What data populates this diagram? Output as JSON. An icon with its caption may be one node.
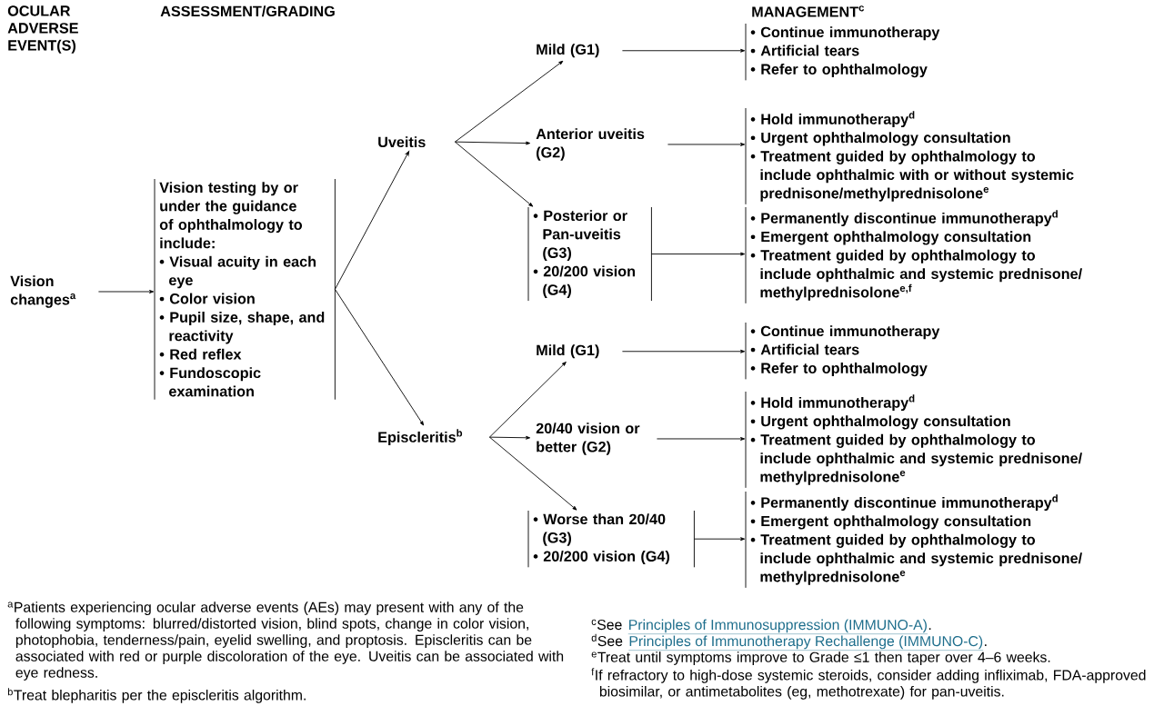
{
  "diagram": {
    "nodes": [
      {
        "text": [
          "Vision changes$^{a}$"
        ]
      },
      {
        "text": [
          "Vision testing by or under the guidance of ophthalmology to include:",
          "• Visual acuity in each eye",
          "• Color vision",
          "• Pupil size, shape, and reactivity",
          "• Red reflex",
          "• Fundoscopic examination"
        ]
      },
      {
        "text": [
          "Uveitis"
        ]
      },
      {
        "text": [
          "Episcleritis$^{b}$"
        ]
      },
      {
        "text": [
          "Mild (G1)"
        ]
      },
      {
        "text": [
          "Anterior uveitis (G2)"
        ]
      },
      {
        "text": [
          "• Posterior or Pan-uveitis (G3)",
          "• 20/200 vision (G4)"
        ]
      },
      {
        "text": [
          "• Continue immunotherapy",
          "• Artificial tears",
          "• Refer to ophthalmology"
        ]
      },
      {
        "text": [
          "• Hold immunotherapy$^{d}$",
          "• Urgent ophthalmology consultation",
          "• Treatment guided by ophthalmology to include ophthalmic with or without systemic prednisone/methylprednisolone$^{e}$"
        ]
      },
      {
        "text": [
          "• Permanently discontinue immunotherapy$^{d}$",
          "• Emergent ophthalmology consultation",
          "• Treatment guided by ophthalmology to include ophthalmic and systemic prednisone/ methylprednisolone$^{e,f}$"
        ]
      },
      {
        "text": [
          "Mild (G1)"
        ]
      },
      {
        "text": [
          "20/40 vision or better (G2)"
        ]
      },
      {
        "text": [
          "• Worse than 20/40 (G3)",
          "• 20/200 vision (G4)"
        ]
      },
      {
        "text": [
          "• Continue immunotherapy",
          "• Artificial tears",
          "• Refer to ophthalmology"
        ]
      },
      {
        "text": [
          "• Hold immunotherapy$^{d}$",
          "• Urgent ophthalmology consultation",
          "• Treatment guided by ophthalmology to include ophthalmic and systemic prednisone/ methylprednisolone$^{e}$"
        ]
      },
      {
        "text": [
          "• Permanently discontinue immunotherapy$^{d}$",
          "• Emergent ophthalmology consultation",
          "• Treatment guided by ophthalmology to include ophthalmic and systemic prednisone/ methylprednisolone$^{e}$"
        ]
      }
    ],
    "edges": [
      {
        "from": 0,
        "to": 1,
        "arrow": "to"
      },
      {
        "from": 1,
        "to": 2,
        "arrow": "to"
      },
      {
        "from": 1,
        "to": 3,
        "arrow": "to"
      },
      {
        "from": 2,
        "to": 4,
        "arrow": "to"
      },
      {
        "from": 2,
        "to": 5,
        "arrow": "to"
      },
      {
        "from": 2,
        "to": 6,
        "arrow": "to"
      },
      {
        "from": 4,
        "to": 7,
        "arrow": "to"
      },
      {
        "from": 5,
        "to": 8,
        "arrow": "to"
      },
      {
        "from": 6,
        "to": 9,
        "arrow": "to"
      },
      {
        "from": 3,
        "to": 10,
        "arrow": "to"
      },
      {
        "from": 3,
        "to": 11,
        "arrow": "to"
      },
      {
        "from": 3,
        "to": 12,
        "arrow": "to"
      },
      {
        "from": 10,
        "to": 13,
        "arrow": "to"
      },
      {
        "from": 11,
        "to": 14,
        "arrow": "to"
      },
      {
        "from": 12,
        "to": 15,
        "arrow": "to"
      }
    ],
    "labels": [
      "OCULAR ADVERSE EVENT(S)",
      "ASSESSMENT/GRADING",
      "MANAGEMENT$^{c}$",
      "$^{a}$Patients experiencing ocular adverse events (AEs) may present with any of the following symptoms: blurred/distorted vision, blind spots, change in color vision, photophobia, tenderness/pain, eyelid swelling, and proptosis. Episcleritis can be associated with red or purple discoloration of the eye. Uveitis can be associated with eye redness.",
      "$^{b}$Treat blepharitis per the episcleritis algorithm.",
      "$^{c}$See",
      "Principles of Immunosuppression (IMMUNO-A)",
      ".",
      "$^{d}$See",
      "Principles of Immunotherapy Rechallenge (IMMUNO-C)",
      ".",
      "$^{e}$Treat until symptoms improve to Grade ≤1 then taper over 4–6 weeks.",
      "$^{f}$If refractory to high-dose systemic steroids, consider adding infliximab, FDA-approved biosimilar, or antimetabolites (eg, methotrexate) for pan-uveitis."
    ]
  }
}
